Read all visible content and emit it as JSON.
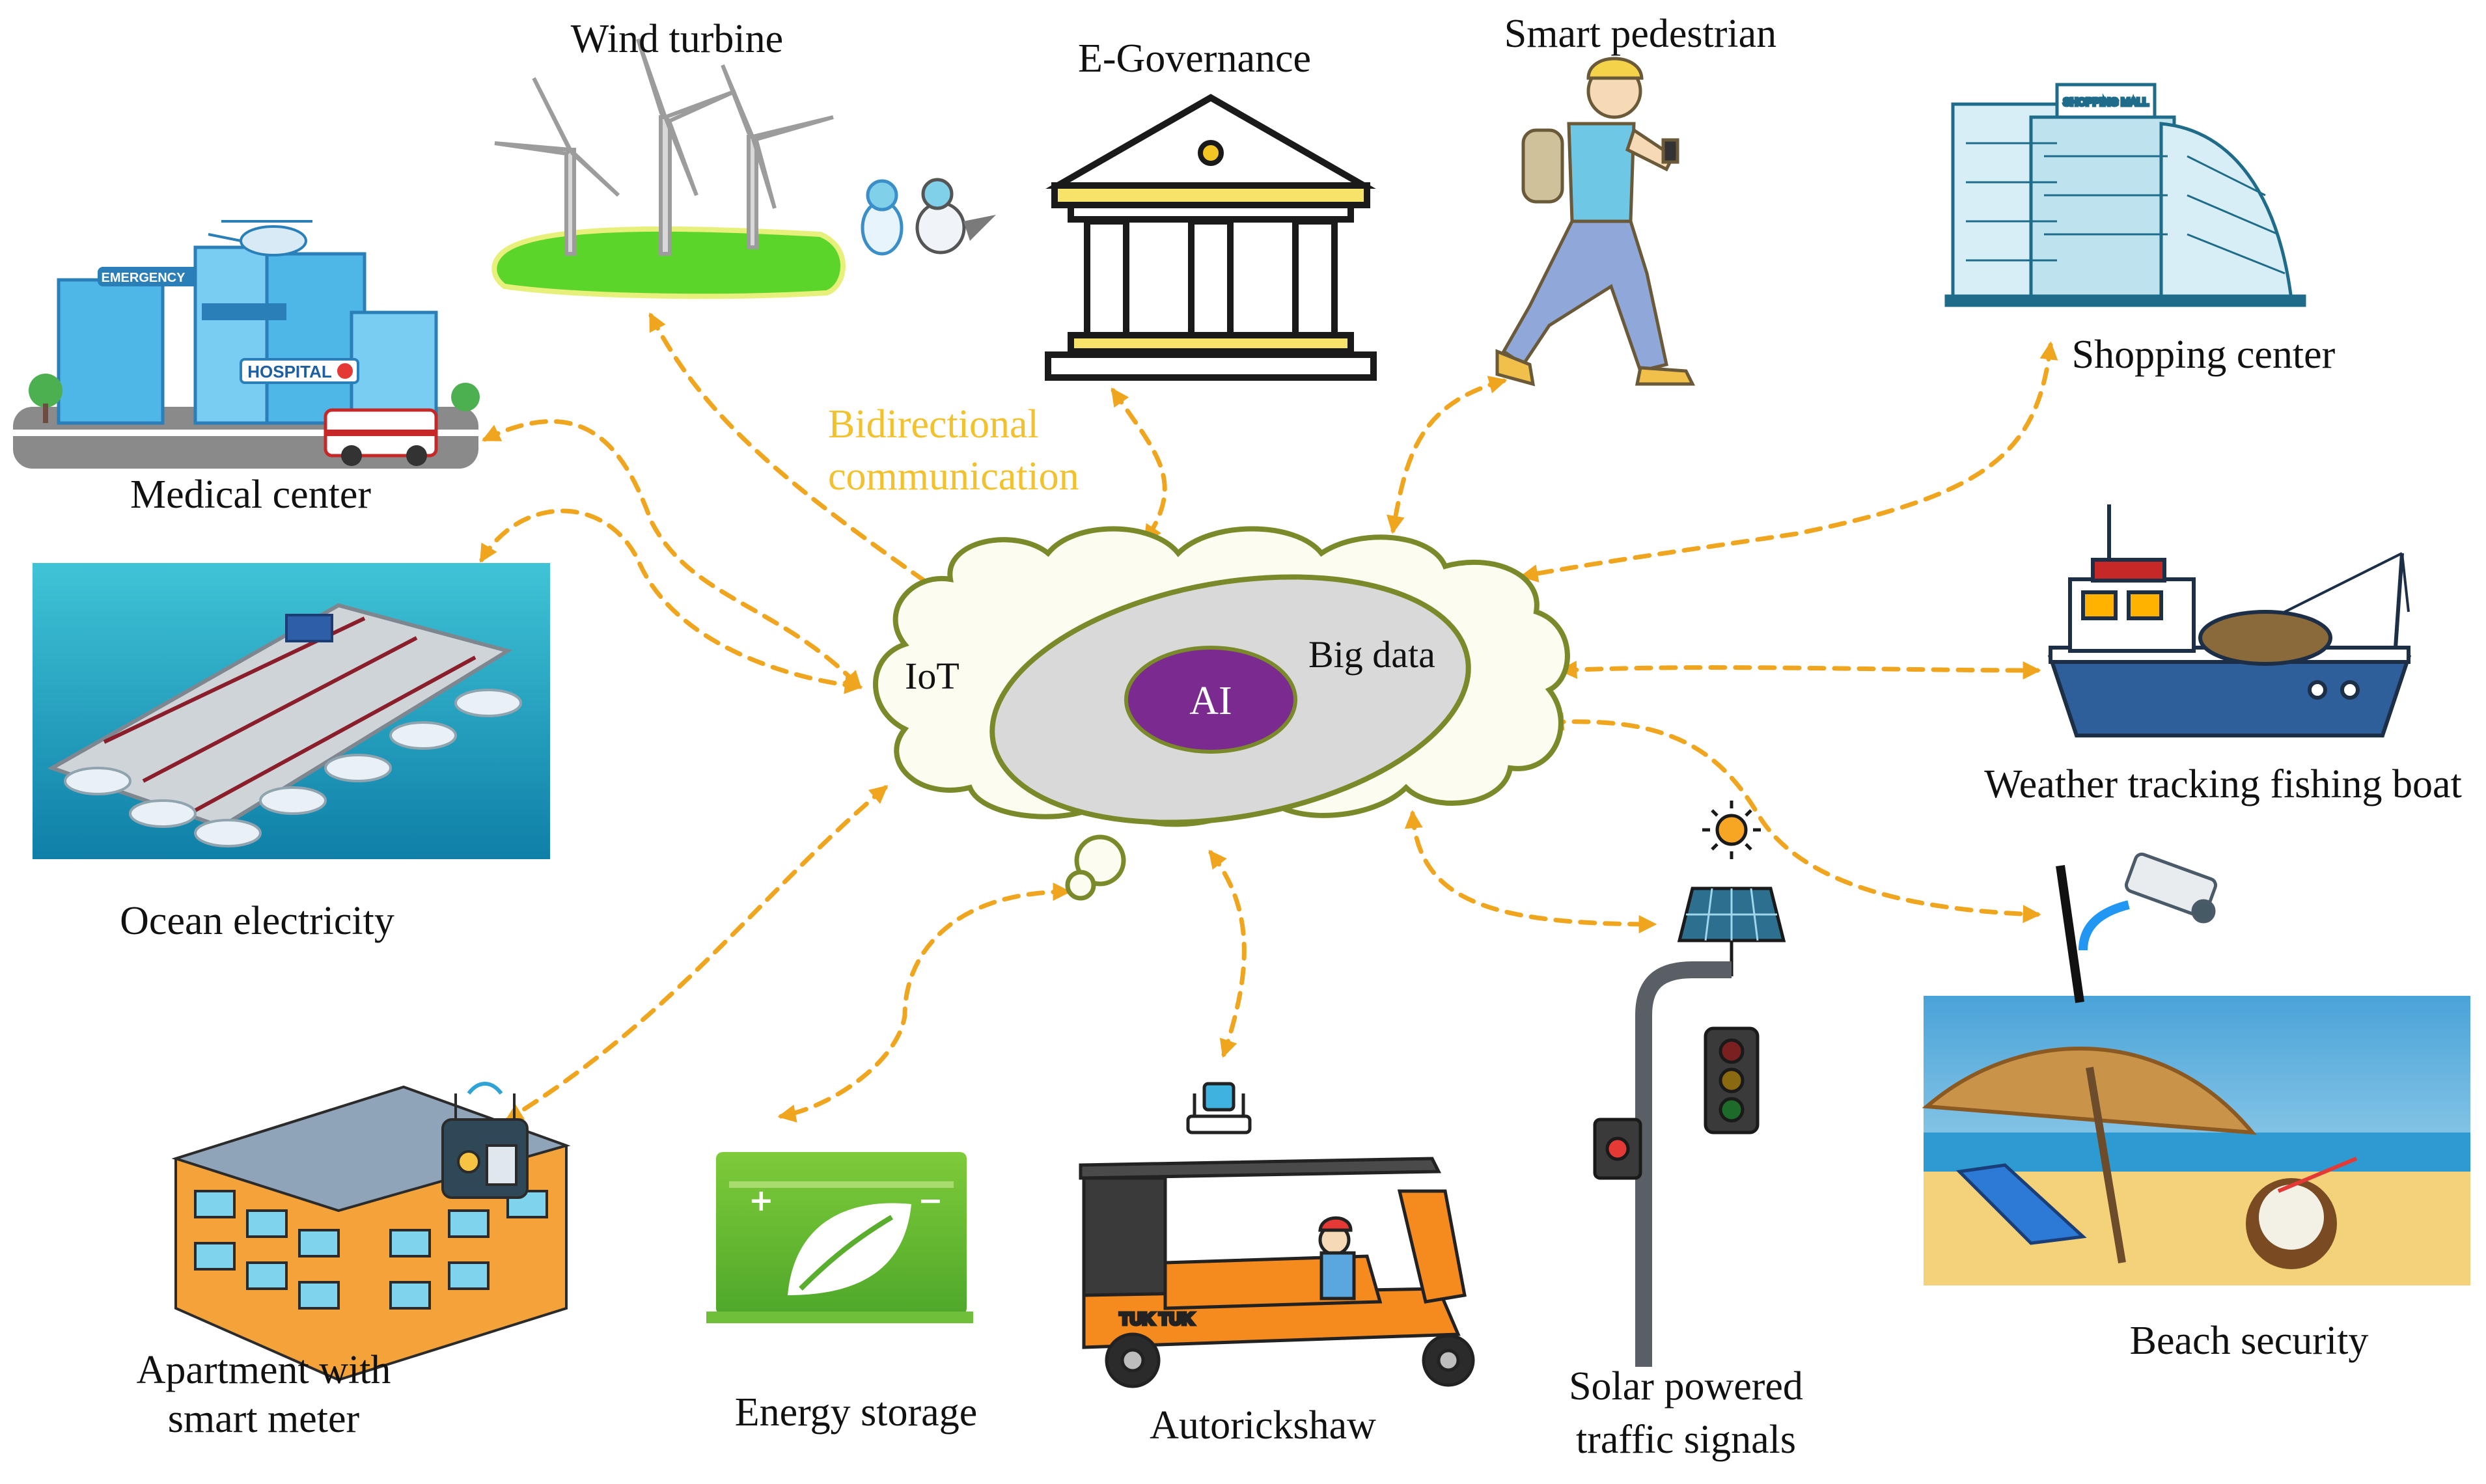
{
  "center": {
    "outer_label": "IoT",
    "middle_label": "Big data",
    "inner_label": "AI"
  },
  "annotation": {
    "line1": "Bidirectional",
    "line2": "communication"
  },
  "nodes": {
    "wind_turbine": "Wind turbine",
    "e_governance": "E-Governance",
    "smart_pedestrian": "Smart pedestrian",
    "shopping_center": "Shopping center",
    "medical_center": "Medical center",
    "ocean_electricity": "Ocean electricity",
    "fishing_boat": "Weather tracking fishing boat",
    "beach_security": "Beach security",
    "apartment_line1": "Apartment with",
    "apartment_line2": "smart  meter",
    "energy_storage": "Energy storage",
    "autorickshaw": "Autorickshaw",
    "traffic_line1": "Solar powered",
    "traffic_line2": "traffic signals"
  },
  "illustration_text": {
    "hospital_sign": "HOSPITAL",
    "emergency_sign": "EMERGENCY",
    "mall_sign": "SHOPPING MALL",
    "tuk_tuk": "TUK TUK"
  },
  "colors": {
    "arrow": "#f0a51e",
    "cloud_outline": "#7a8a2a",
    "ellipse_fill": "#d9d9d9",
    "ai_fill": "#7b2a90",
    "annotation": "#f2c12e"
  }
}
